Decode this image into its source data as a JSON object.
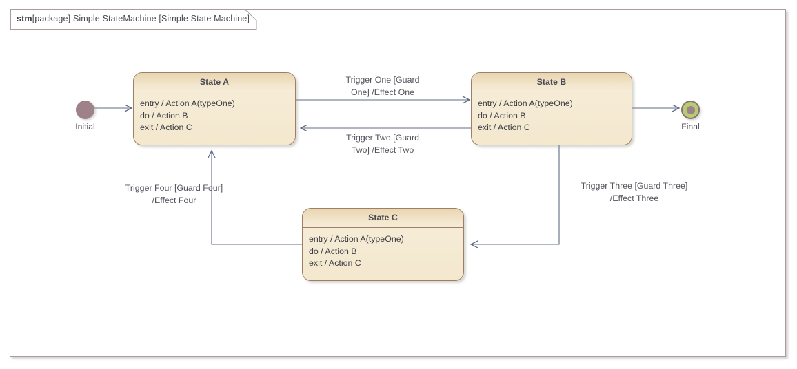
{
  "frame": {
    "keyword": "stm",
    "qualifier": "[package] Simple StateMachine [Simple State Machine]",
    "border_color": "#a99b9e"
  },
  "theme": {
    "state_fill": "#f4e8cf",
    "state_header_fill": "#e8d4b0",
    "state_border": "#9d7f68",
    "connector_color": "#5f6b86",
    "initial_fill": "#9e8289",
    "final_fill": "#b5cc72",
    "text_color": "#4a4a52"
  },
  "pseudostates": [
    {
      "id": "initial",
      "label": "Initial",
      "kind": "initial-node"
    },
    {
      "id": "final",
      "label": "Final",
      "kind": "final-node"
    }
  ],
  "states": [
    {
      "id": "state-a",
      "name": "State A",
      "behaviors": [
        "entry / Action A(typeOne)",
        "do / Action B",
        "exit / Action C"
      ]
    },
    {
      "id": "state-b",
      "name": "State B",
      "behaviors": [
        "entry / Action A(typeOne)",
        "do / Action B",
        "exit / Action C"
      ]
    },
    {
      "id": "state-c",
      "name": "State C",
      "behaviors": [
        "entry / Action A(typeOne)",
        "do / Action B",
        "exit / Action C"
      ]
    }
  ],
  "transitions": [
    {
      "id": "t-initial-a",
      "source": "initial",
      "target": "state-a",
      "label": ""
    },
    {
      "id": "t-one",
      "source": "state-a",
      "target": "state-b",
      "label": "Trigger One [Guard\nOne] /Effect One"
    },
    {
      "id": "t-two",
      "source": "state-b",
      "target": "state-a",
      "label": "Trigger Two [Guard\nTwo] /Effect Two"
    },
    {
      "id": "t-three",
      "source": "state-b",
      "target": "state-c",
      "label": "Trigger Three [Guard Three]\n/Effect Three"
    },
    {
      "id": "t-four",
      "source": "state-c",
      "target": "state-a",
      "label": "Trigger Four [Guard Four]\n/Effect Four"
    },
    {
      "id": "t-b-final",
      "source": "state-b",
      "target": "final",
      "label": ""
    }
  ]
}
